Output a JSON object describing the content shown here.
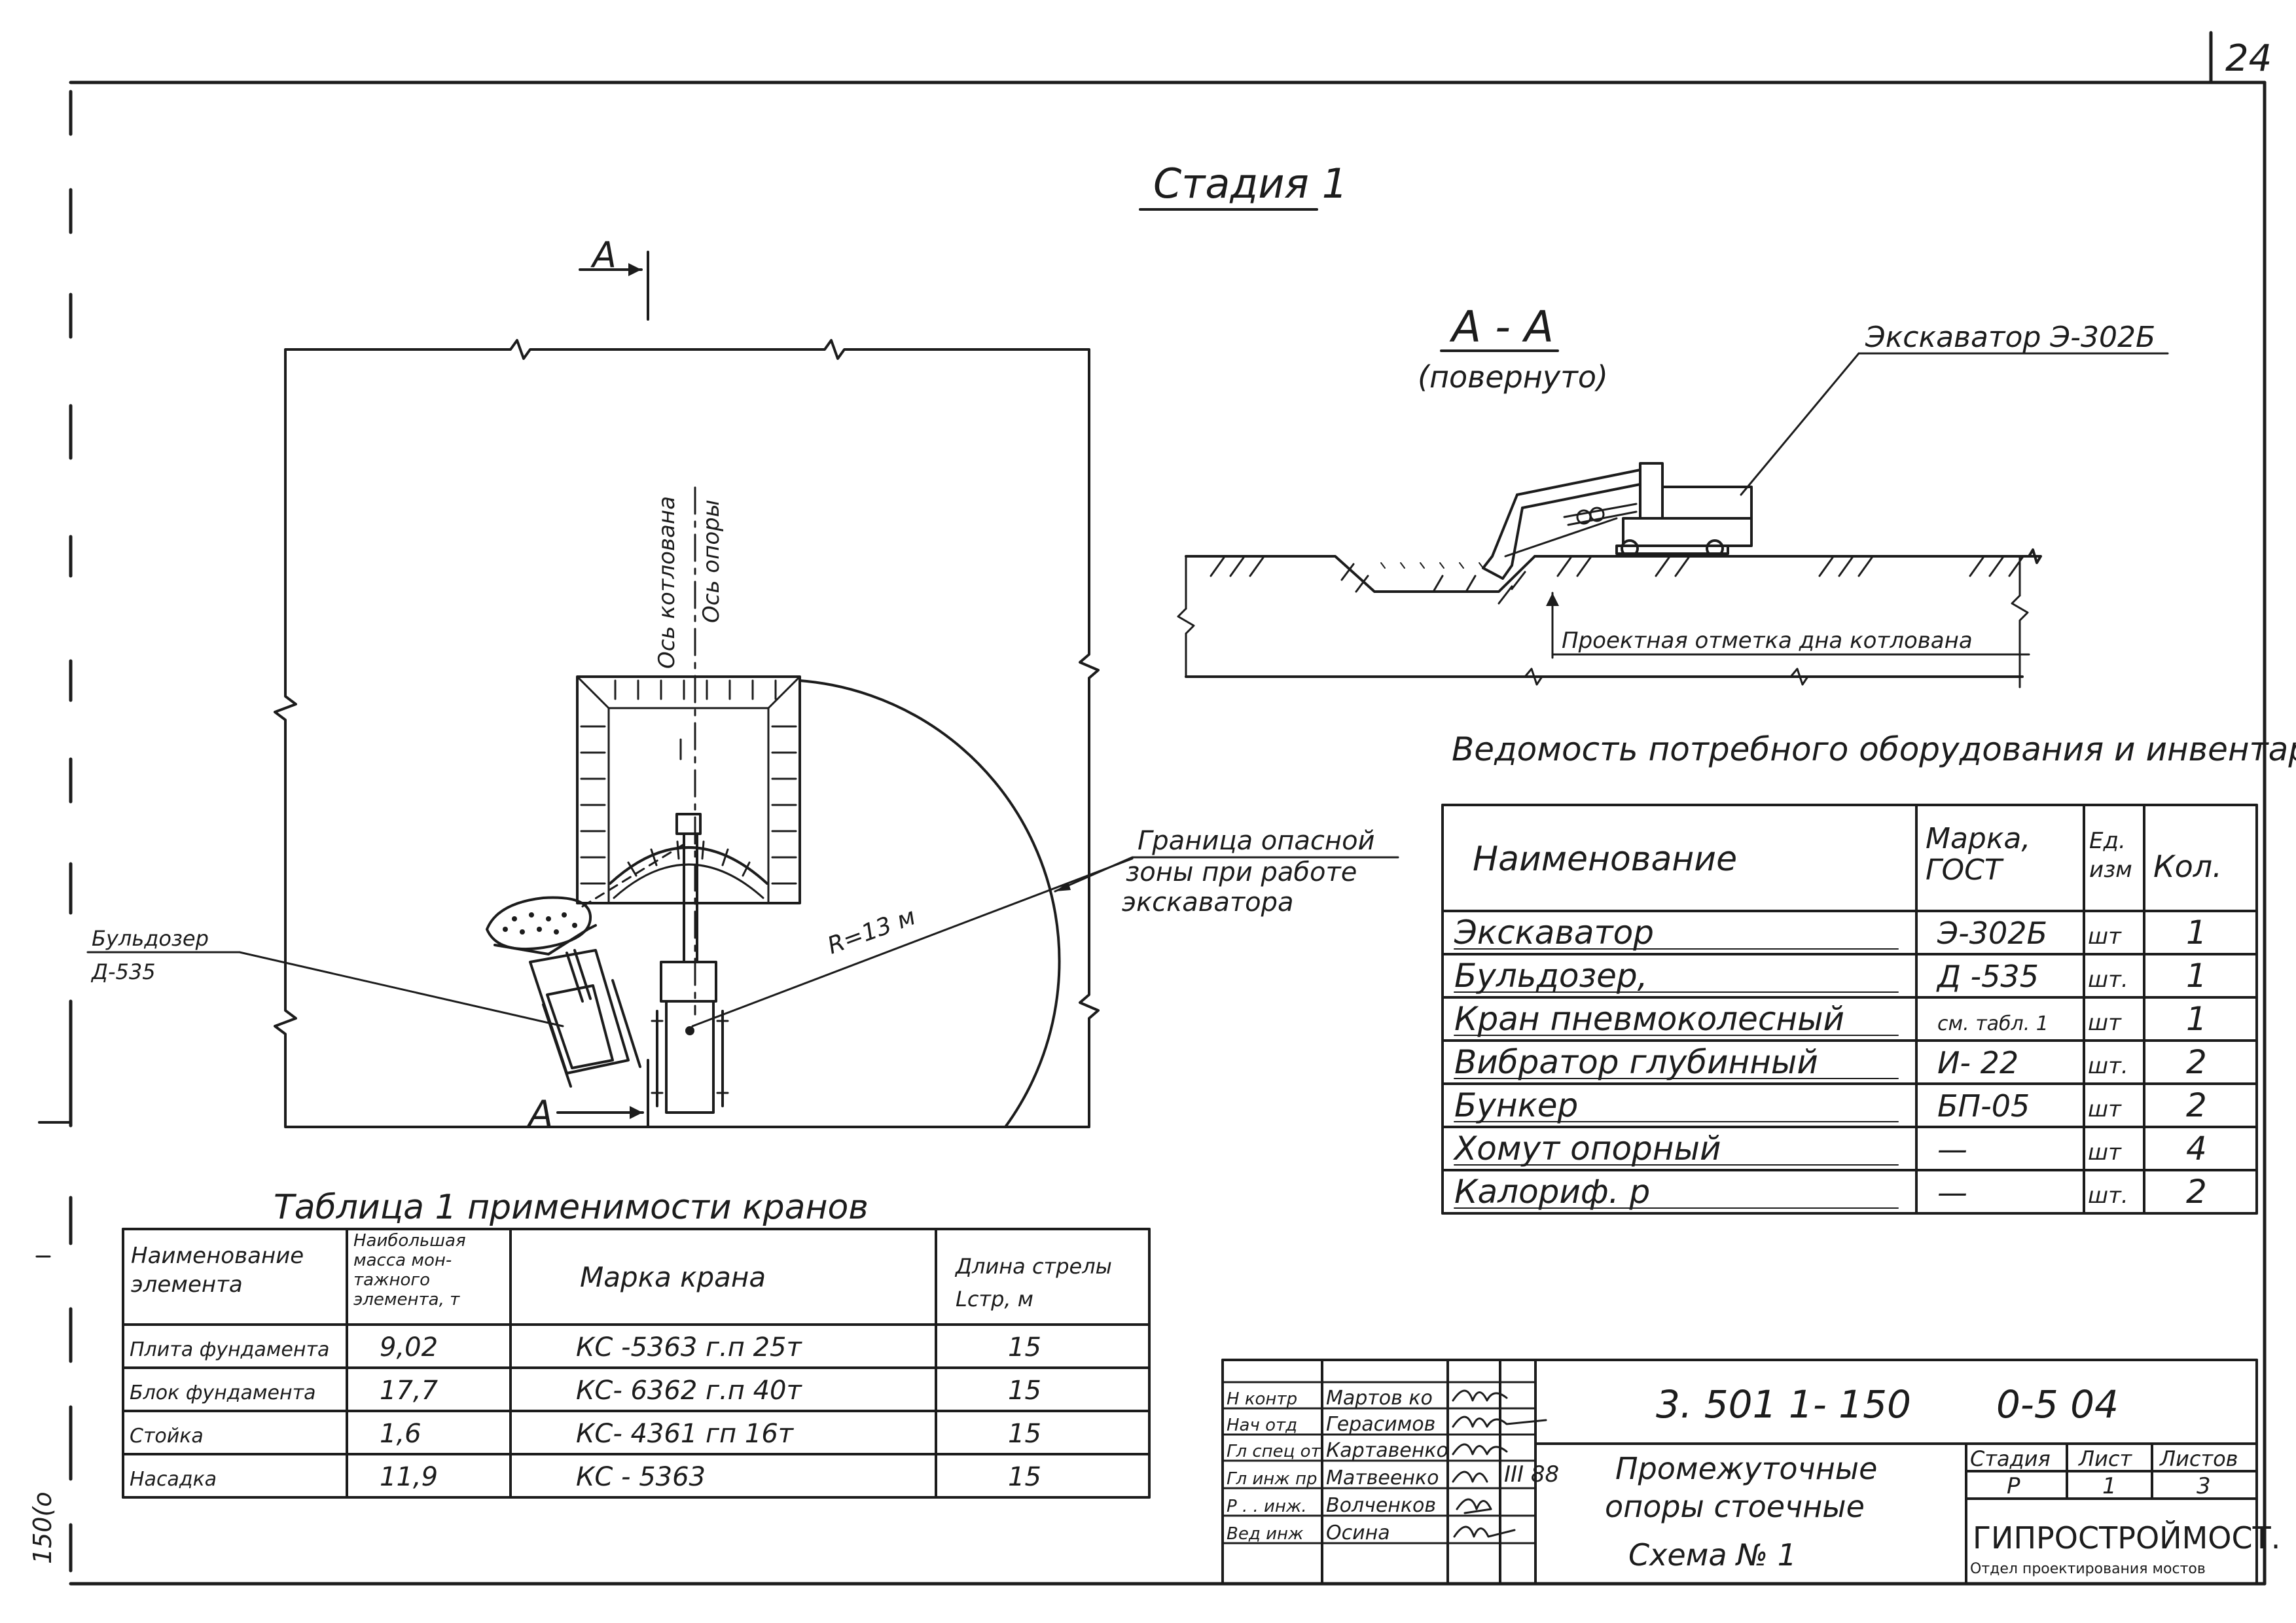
{
  "sheet_number": "24",
  "stage_title": "Стадия 1",
  "plan": {
    "section_mark": "А",
    "axis_pit_label": "Ось котлована",
    "axis_support_label": "Ось опоры",
    "radius_label": "R=13 м",
    "danger_zone_label": [
      "Граница опасной",
      "зоны при работе",
      "экскаватора"
    ],
    "bulldozer_label": [
      "Бульдозер",
      "Д-535"
    ]
  },
  "section": {
    "title": "А - А",
    "subtitle": "(повернуто)",
    "excavator_label": "Экскаватор Э-302Б",
    "bottom_mark_label": "Проектная отметка дна котлована"
  },
  "equipment_table": {
    "title": "Ведомость потребного оборудования и инвентаря",
    "headers": [
      "Наименование",
      "Марка, ГОСТ",
      "Ед. изм",
      "Кол."
    ],
    "rows": [
      [
        "Экскаватор",
        "Э-302Б",
        "шт",
        "1"
      ],
      [
        "Бульдозер,",
        "Д -535",
        "шт.",
        "1"
      ],
      [
        "Кран пневмоколесный",
        "см. табл. 1",
        "шт",
        "1"
      ],
      [
        "Вибратор глубинный",
        "И- 22",
        "шт.",
        "2"
      ],
      [
        "Бункер",
        "БП-05",
        "шт",
        "2"
      ],
      [
        "Хомут опорный",
        "—",
        "шт",
        "4"
      ],
      [
        "Калориф. р",
        "—",
        "шт.",
        "2"
      ]
    ]
  },
  "crane_table": {
    "title": "Таблица 1 применимости кранов",
    "headers": [
      [
        "Наименование",
        "элемента"
      ],
      [
        "Наибольшая",
        "масса мон-",
        "тажного",
        "элемента, т"
      ],
      [
        "Марка крана"
      ],
      [
        "Длина стрелы",
        "Lстр, м"
      ]
    ],
    "rows": [
      [
        "Плита фундамента",
        "9,02",
        "КС -5363 г.п 25т",
        "15"
      ],
      [
        "Блок фундамента",
        "17,7",
        "КС- 6362 г.п 40т",
        "15"
      ],
      [
        "Стойка",
        "1,6",
        "КС- 4361 гп 16т",
        "15"
      ],
      [
        "Насадка",
        "11,9",
        "КС - 5363",
        "15"
      ]
    ]
  },
  "title_block": {
    "doc_code": "3. 501 1- 150",
    "doc_suffix": "0-5 04",
    "roles": [
      "Н контр",
      "Нач отд",
      "Гл спец от",
      "Гл инж пр",
      "Р . . инж.",
      "Вед инж"
    ],
    "names": [
      "Мартов ко",
      "Герасимов",
      "Картавенко",
      "Матвеенко",
      "Волченков",
      "Осина"
    ],
    "date": "III 88",
    "title_lines": [
      "Промежуточные",
      "опоры стоечные",
      "Схема № 1"
    ],
    "stage_headers": [
      "Стадия",
      "Лист",
      "Листов"
    ],
    "stage_values": [
      "Р",
      "1",
      "3"
    ],
    "org_name": "ГИПРОСТРОЙМОСТ.",
    "org_dept": "Отдел проектирования мостов"
  },
  "margin_note": "150(о"
}
